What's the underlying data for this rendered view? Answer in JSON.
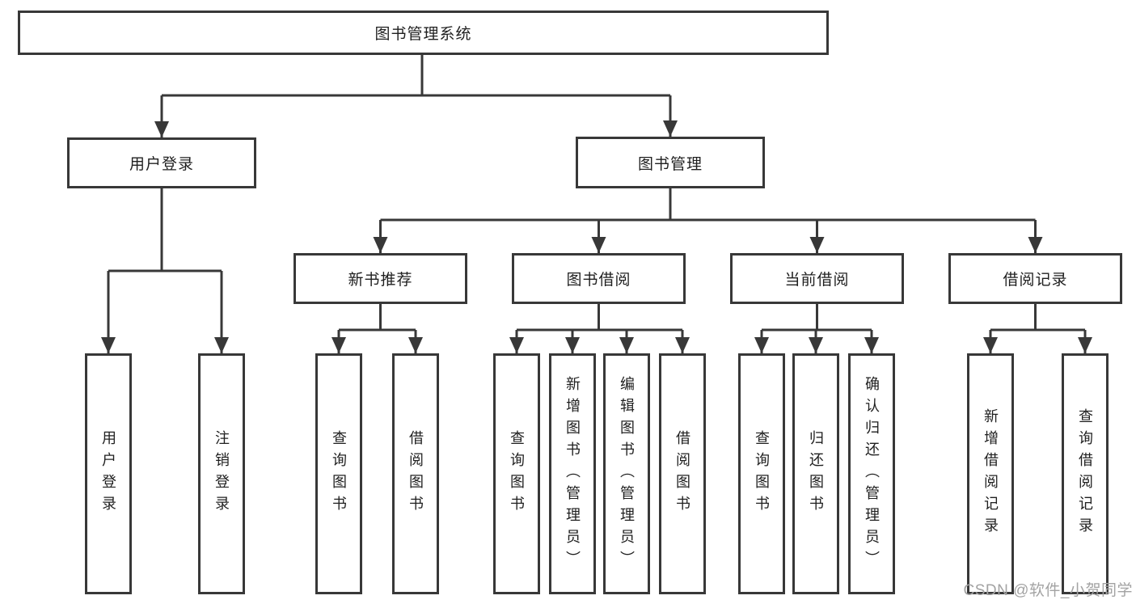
{
  "diagram": {
    "type": "hierarchy-tree",
    "root": {
      "label": "图书管理系统",
      "children": [
        {
          "label": "用户登录",
          "children": [
            {
              "label": "用户登录"
            },
            {
              "label": "注销登录"
            }
          ]
        },
        {
          "label": "图书管理",
          "children": [
            {
              "label": "新书推荐",
              "children": [
                {
                  "label": "查询图书"
                },
                {
                  "label": "借阅图书"
                }
              ]
            },
            {
              "label": "图书借阅",
              "children": [
                {
                  "label": "查询图书"
                },
                {
                  "label": "新增图书（管理员）"
                },
                {
                  "label": "编辑图书（管理员）"
                },
                {
                  "label": "借阅图书"
                }
              ]
            },
            {
              "label": "当前借阅",
              "children": [
                {
                  "label": "查询图书"
                },
                {
                  "label": "归还图书"
                },
                {
                  "label": "确认归还（管理员）"
                }
              ]
            },
            {
              "label": "借阅记录",
              "children": [
                {
                  "label": "新增借阅记录"
                },
                {
                  "label": "查询借阅记录"
                }
              ]
            }
          ]
        }
      ]
    },
    "colors": {
      "line": "#383838",
      "text": "#1f1f1f",
      "background": "#ffffff",
      "watermark": "#a3a3a3"
    }
  },
  "watermark": {
    "text": "CSDN @软件_小贺同学"
  }
}
